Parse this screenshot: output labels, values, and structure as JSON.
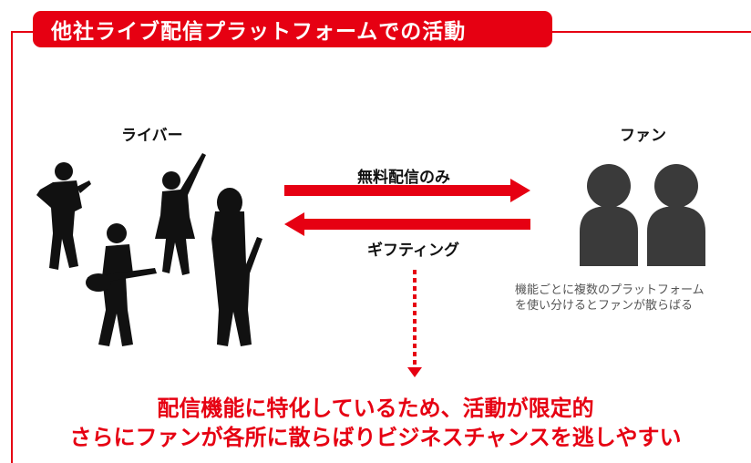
{
  "title": "他社ライブ配信プラットフォームでの活動",
  "labels": {
    "liver": "ライバー",
    "fan": "ファン",
    "arrow_top": "無料配信のみ",
    "arrow_bottom": "ギフティング"
  },
  "fan_note": {
    "line1": "機能ごとに複数のプラットフォーム",
    "line2": "を使い分けるとファンが散らばる"
  },
  "conclusion": {
    "line1": "配信機能に特化しているため、活動が限定的",
    "line2": "さらにファンが各所に散らばりビジネスチャンスを逃しやすい"
  },
  "colors": {
    "accent": "#e60012",
    "silhouette": "#111111",
    "fan_icon": "#3a3a3a"
  },
  "icons": [
    "liver-silhouettes",
    "fan-person-icon"
  ]
}
